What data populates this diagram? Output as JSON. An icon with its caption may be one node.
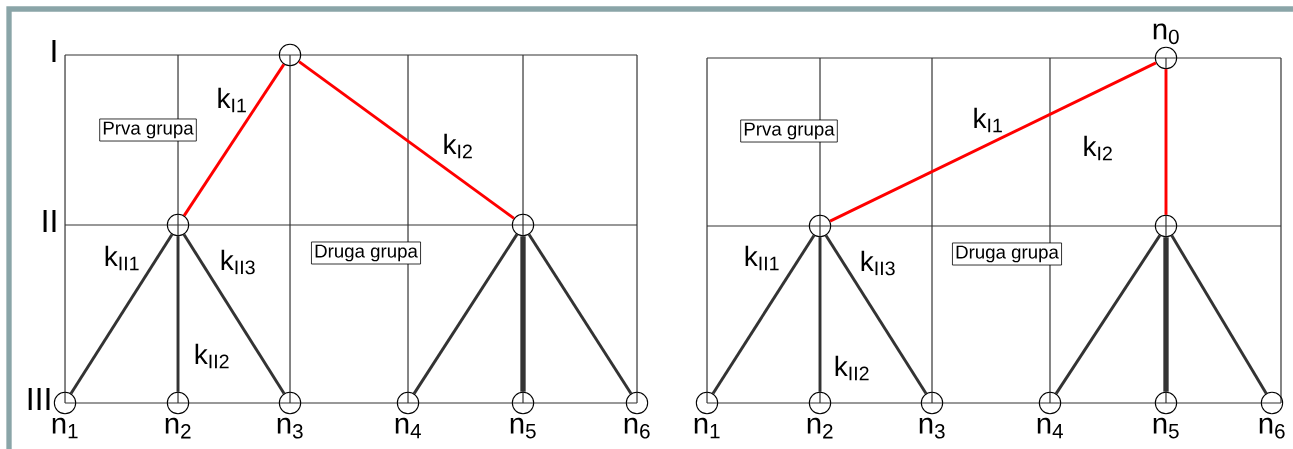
{
  "diagram": {
    "nodes": [
      {
        "text": [],
        "shape": "circle"
      },
      {
        "text": [
          "Prva grupa"
        ]
      },
      {
        "text": [],
        "shape": "circle"
      },
      {
        "text": [],
        "shape": "circle"
      },
      {
        "text": [
          "Druga grupa"
        ]
      },
      {
        "text": [],
        "shape": "circle",
        "beside": [
          "n$_{1}$"
        ]
      },
      {
        "text": [],
        "shape": "circle",
        "beside": [
          "n$_{2}$"
        ]
      },
      {
        "text": [],
        "shape": "circle",
        "beside": [
          "n$_{3}$"
        ]
      },
      {
        "text": [],
        "shape": "circle",
        "beside": [
          "n$_{4}$"
        ]
      },
      {
        "text": [],
        "shape": "circle",
        "beside": [
          "n$_{5}$"
        ]
      },
      {
        "text": [],
        "shape": "circle",
        "beside": [
          "n$_{6}$"
        ]
      },
      {
        "text": [],
        "shape": "circle",
        "beside": [
          "n$_{0}$"
        ]
      },
      {
        "text": [
          "Prva grupa"
        ]
      },
      {
        "text": [],
        "shape": "circle"
      },
      {
        "text": [],
        "shape": "circle"
      },
      {
        "text": [
          "Druga grupa"
        ]
      },
      {
        "text": [],
        "shape": "circle",
        "beside": [
          "n$_{1}$"
        ]
      },
      {
        "text": [],
        "shape": "circle",
        "beside": [
          "n$_{2}$"
        ]
      },
      {
        "text": [],
        "shape": "circle",
        "beside": [
          "n$_{3}$"
        ]
      },
      {
        "text": [],
        "shape": "circle",
        "beside": [
          "n$_{4}$"
        ]
      },
      {
        "text": [],
        "shape": "circle",
        "beside": [
          "n$_{5}$"
        ]
      },
      {
        "text": [],
        "shape": "circle",
        "beside": [
          "n$_{6}$"
        ]
      }
    ],
    "edges": [
      {
        "from": 0,
        "to": 2,
        "arrow": "none",
        "label": "k$_{I1}$",
        "color": "#ff0000"
      },
      {
        "from": 0,
        "to": 3,
        "arrow": "none",
        "label": "k$_{I2}$",
        "color": "#ff0000"
      },
      {
        "from": 2,
        "to": 5,
        "arrow": "none",
        "label": "k$_{II1}$"
      },
      {
        "from": 2,
        "to": 6,
        "arrow": "none",
        "label": "k$_{II2}$"
      },
      {
        "from": 2,
        "to": 7,
        "arrow": "none",
        "label": "k$_{II3}$"
      },
      {
        "from": 3,
        "to": 8,
        "arrow": "none"
      },
      {
        "from": 3,
        "to": 9,
        "arrow": "none",
        "style": "thick"
      },
      {
        "from": 3,
        "to": 10,
        "arrow": "none"
      },
      {
        "from": 11,
        "to": 13,
        "arrow": "none",
        "label": "k$_{I1}$",
        "color": "#ff0000"
      },
      {
        "from": 11,
        "to": 14,
        "arrow": "none",
        "label": "k$_{I2}$",
        "color": "#ff0000"
      },
      {
        "from": 13,
        "to": 16,
        "arrow": "none",
        "label": "k$_{II1}$"
      },
      {
        "from": 13,
        "to": 17,
        "arrow": "none",
        "label": "k$_{II2}$"
      },
      {
        "from": 13,
        "to": 18,
        "arrow": "none",
        "label": "k$_{II3}$"
      },
      {
        "from": 14,
        "to": 19,
        "arrow": "none"
      },
      {
        "from": 14,
        "to": 20,
        "arrow": "none",
        "style": "thick"
      },
      {
        "from": 14,
        "to": 21,
        "arrow": "none"
      }
    ],
    "labels": [
      "I",
      "II",
      "III"
    ]
  }
}
